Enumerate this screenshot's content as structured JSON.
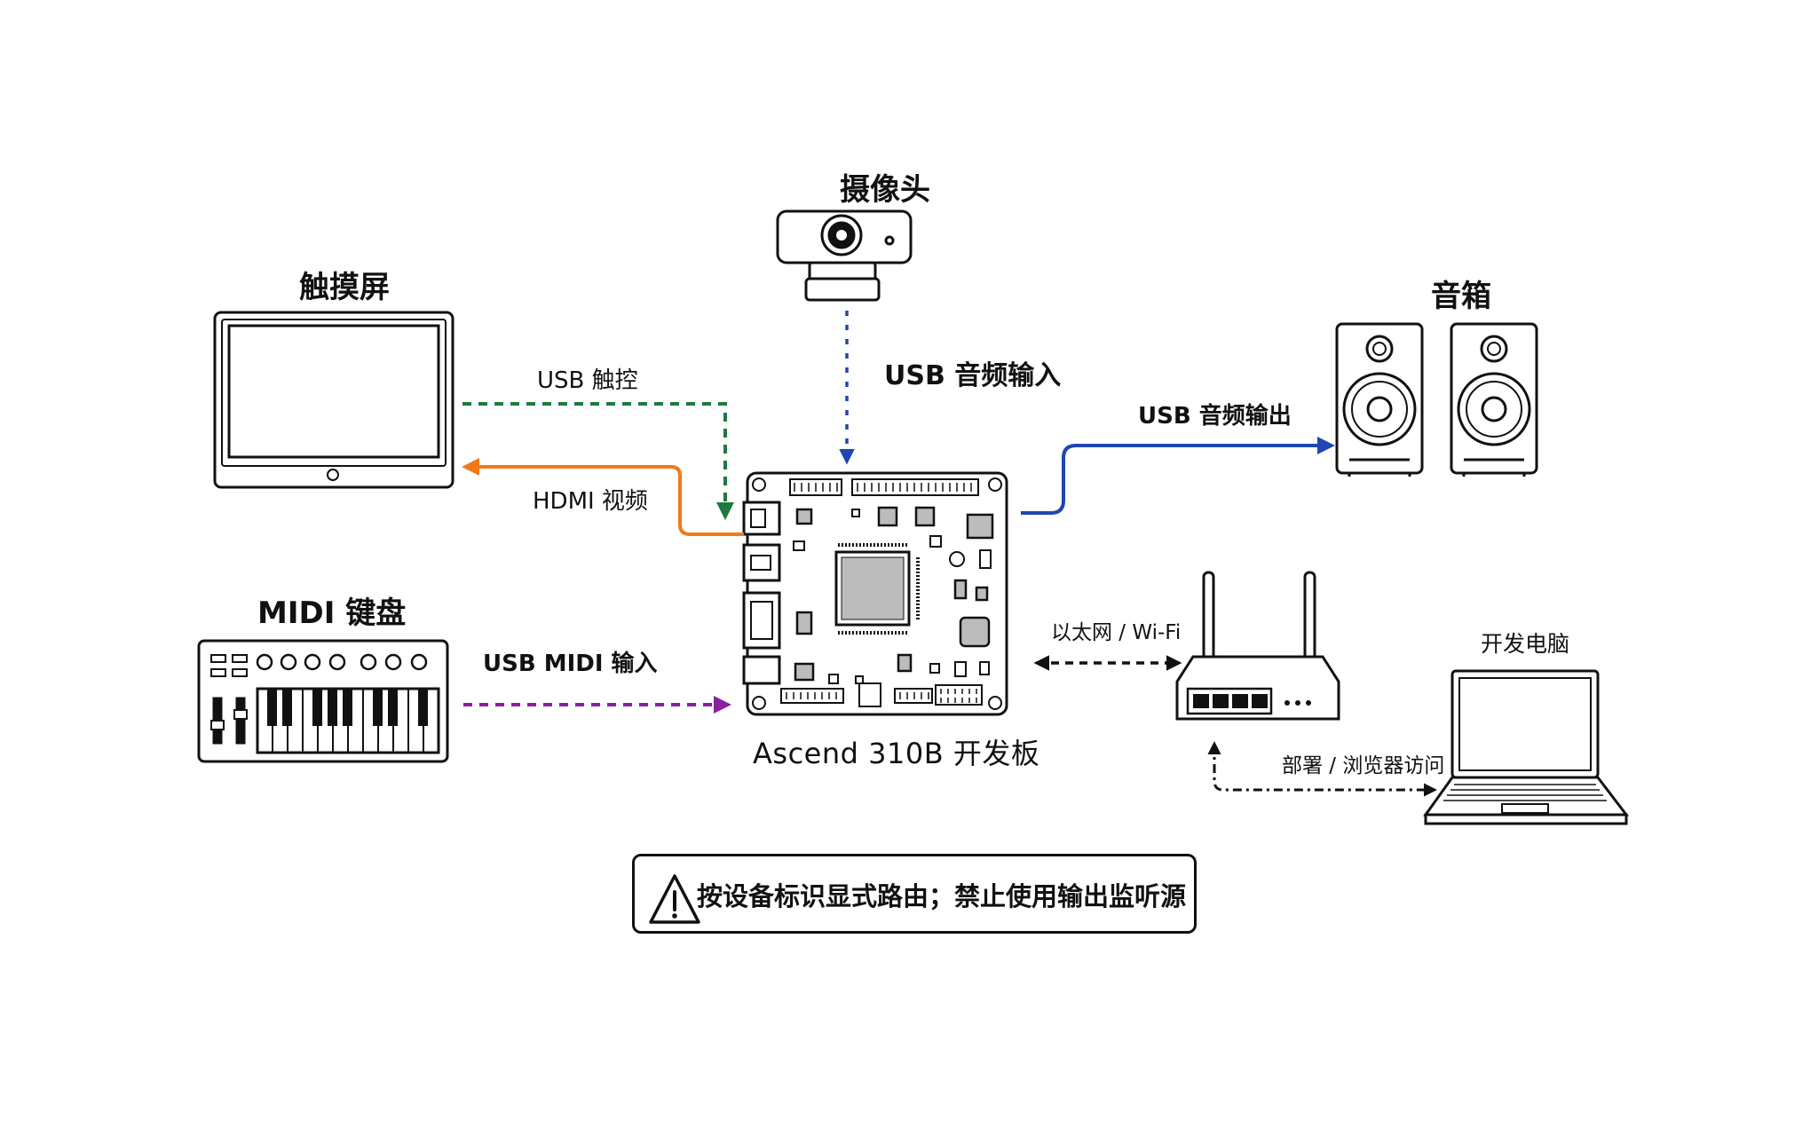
{
  "devices": {
    "camera": "摄像头",
    "touchscreen": "触摸屏",
    "speakers": "音箱",
    "midi_keyboard": "MIDI 键盘",
    "board": "Ascend 310B 开发板",
    "dev_pc": "开发电脑"
  },
  "connections": {
    "usb_touch": "USB 触控",
    "hdmi_video": "HDMI 视频",
    "usb_audio_in": "USB 音频输入",
    "usb_audio_out": "USB 音频输出",
    "usb_midi_in": "USB MIDI 输入",
    "ethernet_wifi": "以太网 / Wi-Fi",
    "deploy_browse": "部署 / 浏览器访问"
  },
  "warning": {
    "text": "按设备标识显式路由；禁止使用输出监听源",
    "icon": "warning-triangle-icon"
  },
  "colors": {
    "usb_touch": "#1e7a3c",
    "hdmi_video": "#f07a1a",
    "usb_audio_in": "#1f46b4",
    "usb_audio_out": "#1f46b4",
    "usb_midi_in": "#8a1fa0",
    "network": "#111111"
  }
}
